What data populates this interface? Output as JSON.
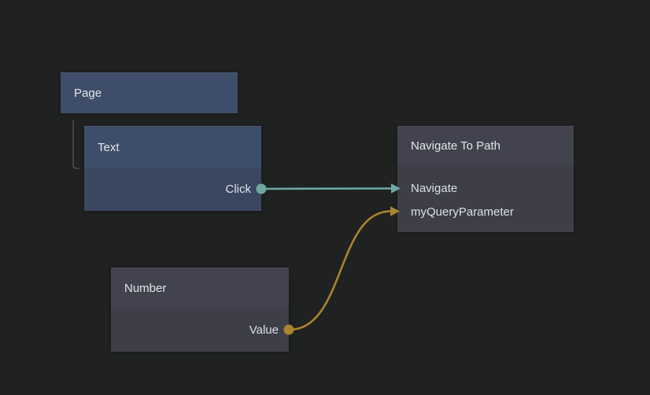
{
  "canvas": {
    "background": "#202121",
    "kind": "node-graph-editor"
  },
  "nodes": {
    "page": {
      "title": "Page",
      "kind": "visual"
    },
    "text": {
      "title": "Text",
      "kind": "visual",
      "outputs": [
        {
          "label": "Click",
          "port_color": "#6fa7a2"
        }
      ]
    },
    "navigate_to_path": {
      "title": "Navigate To Path",
      "kind": "logic",
      "inputs": [
        {
          "label": "Navigate"
        },
        {
          "label": "myQueryParameter"
        }
      ]
    },
    "number": {
      "title": "Number",
      "kind": "logic",
      "outputs": [
        {
          "label": "Value",
          "port_color": "#aa842e"
        }
      ]
    }
  },
  "connections": [
    {
      "from": "Text.Click",
      "to": "Navigate To Path.Navigate",
      "type": "signal",
      "color": "#6fa7a2"
    },
    {
      "from": "Number.Value",
      "to": "Navigate To Path.myQueryParameter",
      "type": "data",
      "color": "#aa842e"
    }
  ],
  "hierarchy": {
    "parent": "Page",
    "child": "Text",
    "line_color": "#4c4c4c"
  },
  "colors": {
    "background": "#202121",
    "visual_node_header": "#3e4d69",
    "visual_node_body": "#394760",
    "logic_node_header": "#42434e",
    "logic_node_body": "#3d3e48",
    "signal_wire": "#6fa7a2",
    "data_wire": "#aa842e",
    "text": "#e3e6e9"
  }
}
